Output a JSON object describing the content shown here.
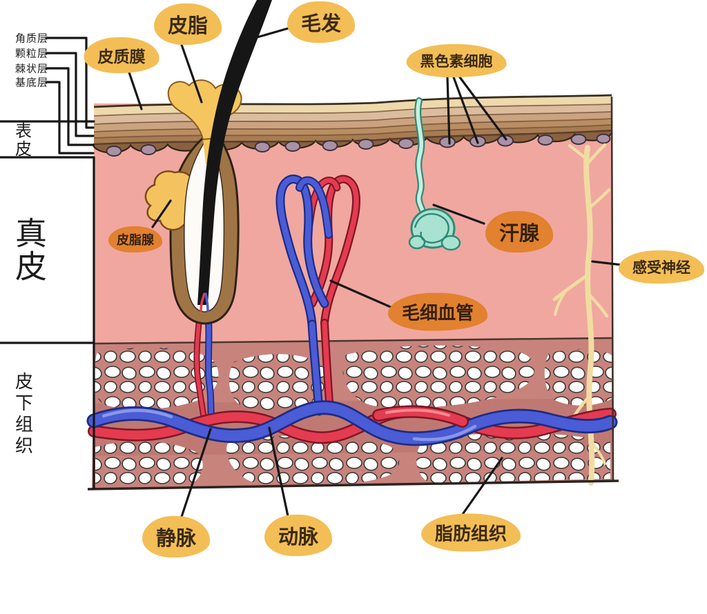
{
  "labels": {
    "stratum_corneum": "角质层",
    "granular_layer": "颗粒层",
    "spinous_layer": "棘状层",
    "basal_layer": "基底层",
    "epidermis": "表皮",
    "dermis": "真皮",
    "subcutaneous_tissue": "皮下组织",
    "sebum": "皮脂",
    "hair": "毛发",
    "cuticle_membrane": "皮质膜",
    "melanocytes": "黑色素细胞",
    "sweat_gland": "汗腺",
    "sensory_nerve": "感受神经",
    "capillary": "毛细血管",
    "sebaceous_gland": "皮脂腺",
    "vein": "静脉",
    "artery": "动脉",
    "fat_tissue": "脂肪组织"
  },
  "colors": {
    "label_bubble": "#F3BE55",
    "label_bubble_dark": "#E2812F",
    "dermis_pink": "#F0A7A0",
    "subcutis_rose": "#C8837C",
    "stratum_corneum_cream": "#EDD9AC",
    "basal_band_brown": "#8A6140",
    "hair_black": "#161616",
    "artery_red": "#E43B50",
    "vein_blue": "#4A5CD6",
    "sweat_gland_teal": "#A9E2D0",
    "nerve_cream": "#F1DCA2",
    "sebum_yellow": "#F6C65E",
    "melanocyte_mauve": "#A893A6",
    "fat_cell_white": "#FFFFFF"
  }
}
